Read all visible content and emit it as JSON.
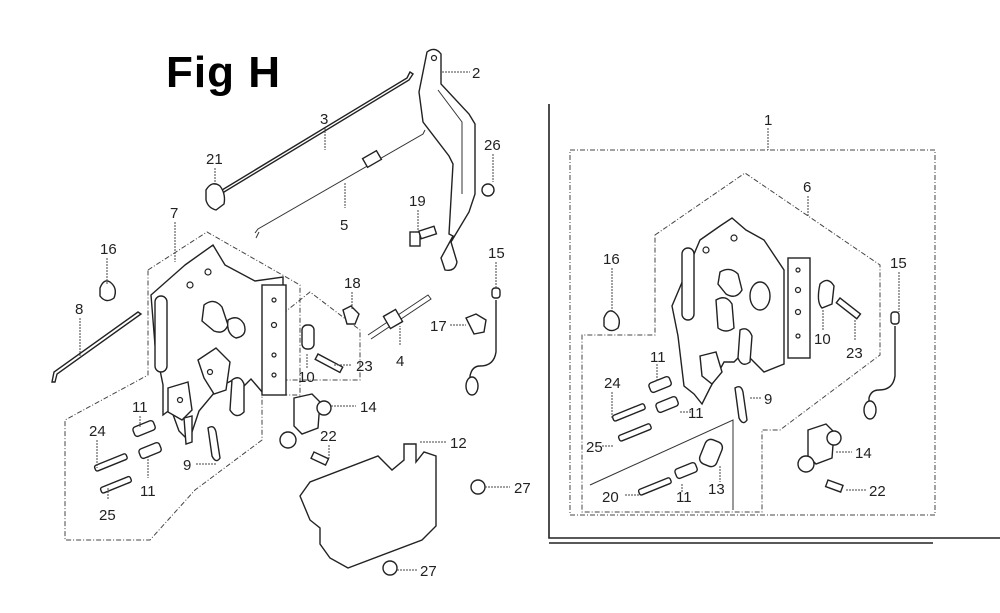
{
  "figure": {
    "title": "Fig H"
  },
  "left_assembly": {
    "callouts": [
      {
        "id": "c2",
        "label": "2",
        "part": "throttle-lever"
      },
      {
        "id": "c3",
        "label": "3",
        "part": "throttle-rod"
      },
      {
        "id": "c5",
        "label": "5",
        "part": "governor-rod-with-spring"
      },
      {
        "id": "c21",
        "label": "21",
        "part": "clip"
      },
      {
        "id": "c26",
        "label": "26",
        "part": "nut"
      },
      {
        "id": "c19",
        "label": "19",
        "part": "bolt"
      },
      {
        "id": "c7",
        "label": "7",
        "part": "control-base-assembly"
      },
      {
        "id": "c16",
        "label": "16",
        "part": "cable-clamp"
      },
      {
        "id": "c18",
        "label": "18",
        "part": "clip"
      },
      {
        "id": "c15",
        "label": "15",
        "part": "stop-wire"
      },
      {
        "id": "c8",
        "label": "8",
        "part": "choke-rod"
      },
      {
        "id": "c17",
        "label": "17",
        "part": "cable-clamp"
      },
      {
        "id": "c4",
        "label": "4",
        "part": "governor-spring"
      },
      {
        "id": "c10",
        "label": "10",
        "part": "cable-holder"
      },
      {
        "id": "c23",
        "label": "23",
        "part": "screw"
      },
      {
        "id": "c14",
        "label": "14",
        "part": "stop-switch"
      },
      {
        "id": "c11a",
        "label": "11",
        "part": "spring"
      },
      {
        "id": "c24",
        "label": "24",
        "part": "screw"
      },
      {
        "id": "c11b",
        "label": "11",
        "part": "spring"
      },
      {
        "id": "c25",
        "label": "25",
        "part": "screw"
      },
      {
        "id": "c9",
        "label": "9",
        "part": "return-spring"
      },
      {
        "id": "c22",
        "label": "22",
        "part": "screw"
      },
      {
        "id": "c12",
        "label": "12",
        "part": "cover-plate"
      },
      {
        "id": "c27a",
        "label": "27",
        "part": "flange-bolt"
      },
      {
        "id": "c27b",
        "label": "27",
        "part": "flange-bolt"
      }
    ]
  },
  "right_assembly": {
    "callouts": [
      {
        "id": "r1",
        "label": "1",
        "part": "control-assembly"
      },
      {
        "id": "r6",
        "label": "6",
        "part": "control-base"
      },
      {
        "id": "r16",
        "label": "16",
        "part": "cable-clamp"
      },
      {
        "id": "r15",
        "label": "15",
        "part": "stop-wire"
      },
      {
        "id": "r10",
        "label": "10",
        "part": "cable-holder"
      },
      {
        "id": "r23",
        "label": "23",
        "part": "screw"
      },
      {
        "id": "r11a",
        "label": "11",
        "part": "spring"
      },
      {
        "id": "r24",
        "label": "24",
        "part": "screw"
      },
      {
        "id": "r11b",
        "label": "11",
        "part": "spring"
      },
      {
        "id": "r9",
        "label": "9",
        "part": "return-spring"
      },
      {
        "id": "r25",
        "label": "25",
        "part": "screw"
      },
      {
        "id": "r14",
        "label": "14",
        "part": "stop-switch"
      },
      {
        "id": "r20",
        "label": "20",
        "part": "screw"
      },
      {
        "id": "r11c",
        "label": "11",
        "part": "spring"
      },
      {
        "id": "r13",
        "label": "13",
        "part": "collar"
      },
      {
        "id": "r22",
        "label": "22",
        "part": "screw"
      }
    ]
  }
}
